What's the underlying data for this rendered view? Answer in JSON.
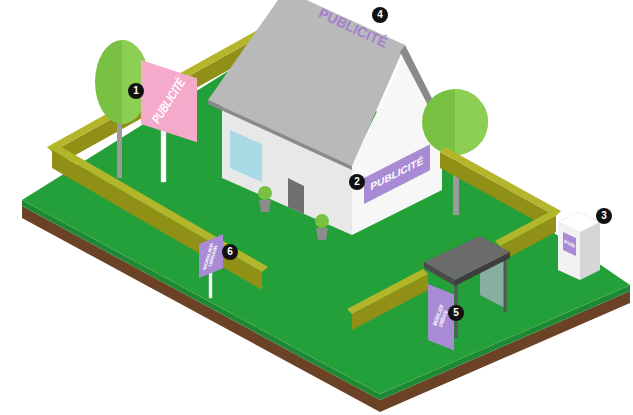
{
  "diagram": {
    "nodes": [
      {
        "text": [
          "PUBLICITÉ"
        ]
      },
      {
        "text": [
          "PUBLICITÉ"
        ]
      },
      {
        "text": [
          "PUB"
        ]
      },
      {
        "text": [
          "PUBLICITÉ"
        ]
      },
      {
        "text": [
          "MOBILIER URBAIN"
        ]
      },
      {
        "text": [
          "MOBILIER URBAIN"
        ]
      }
    ],
    "labels": [
      "1",
      "2",
      "3",
      "4",
      "5",
      "6"
    ]
  }
}
